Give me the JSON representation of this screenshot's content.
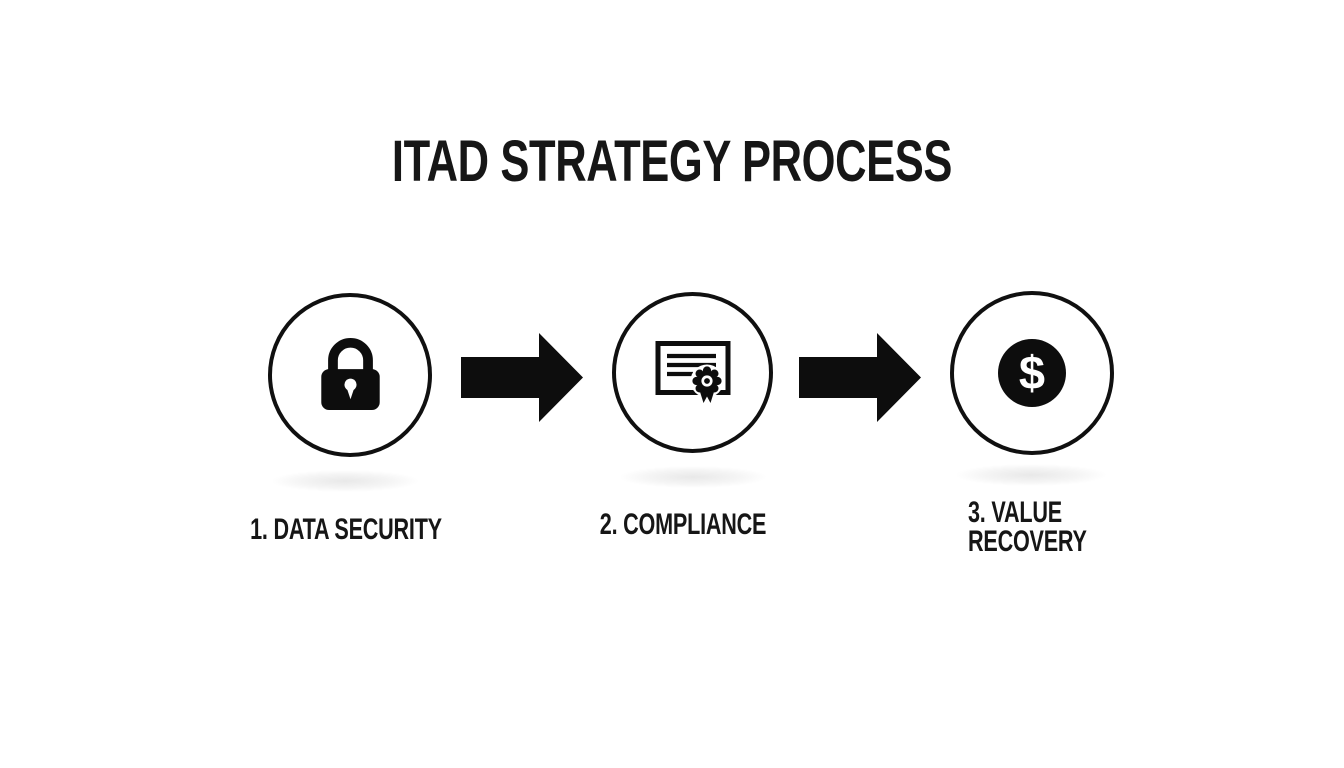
{
  "title": "ITAD STRATEGY PROCESS",
  "steps": [
    {
      "label": "1. DATA SECURITY",
      "icon": "lock-icon"
    },
    {
      "label": "2. COMPLIANCE",
      "icon": "certificate-icon"
    },
    {
      "label": "3. VALUE RECOVERY",
      "icon": "dollar-coin-icon"
    }
  ],
  "dollar_symbol": "$",
  "colors": {
    "ink": "#161616",
    "icon_black": "#0d0d0d",
    "background": "#ffffff"
  }
}
